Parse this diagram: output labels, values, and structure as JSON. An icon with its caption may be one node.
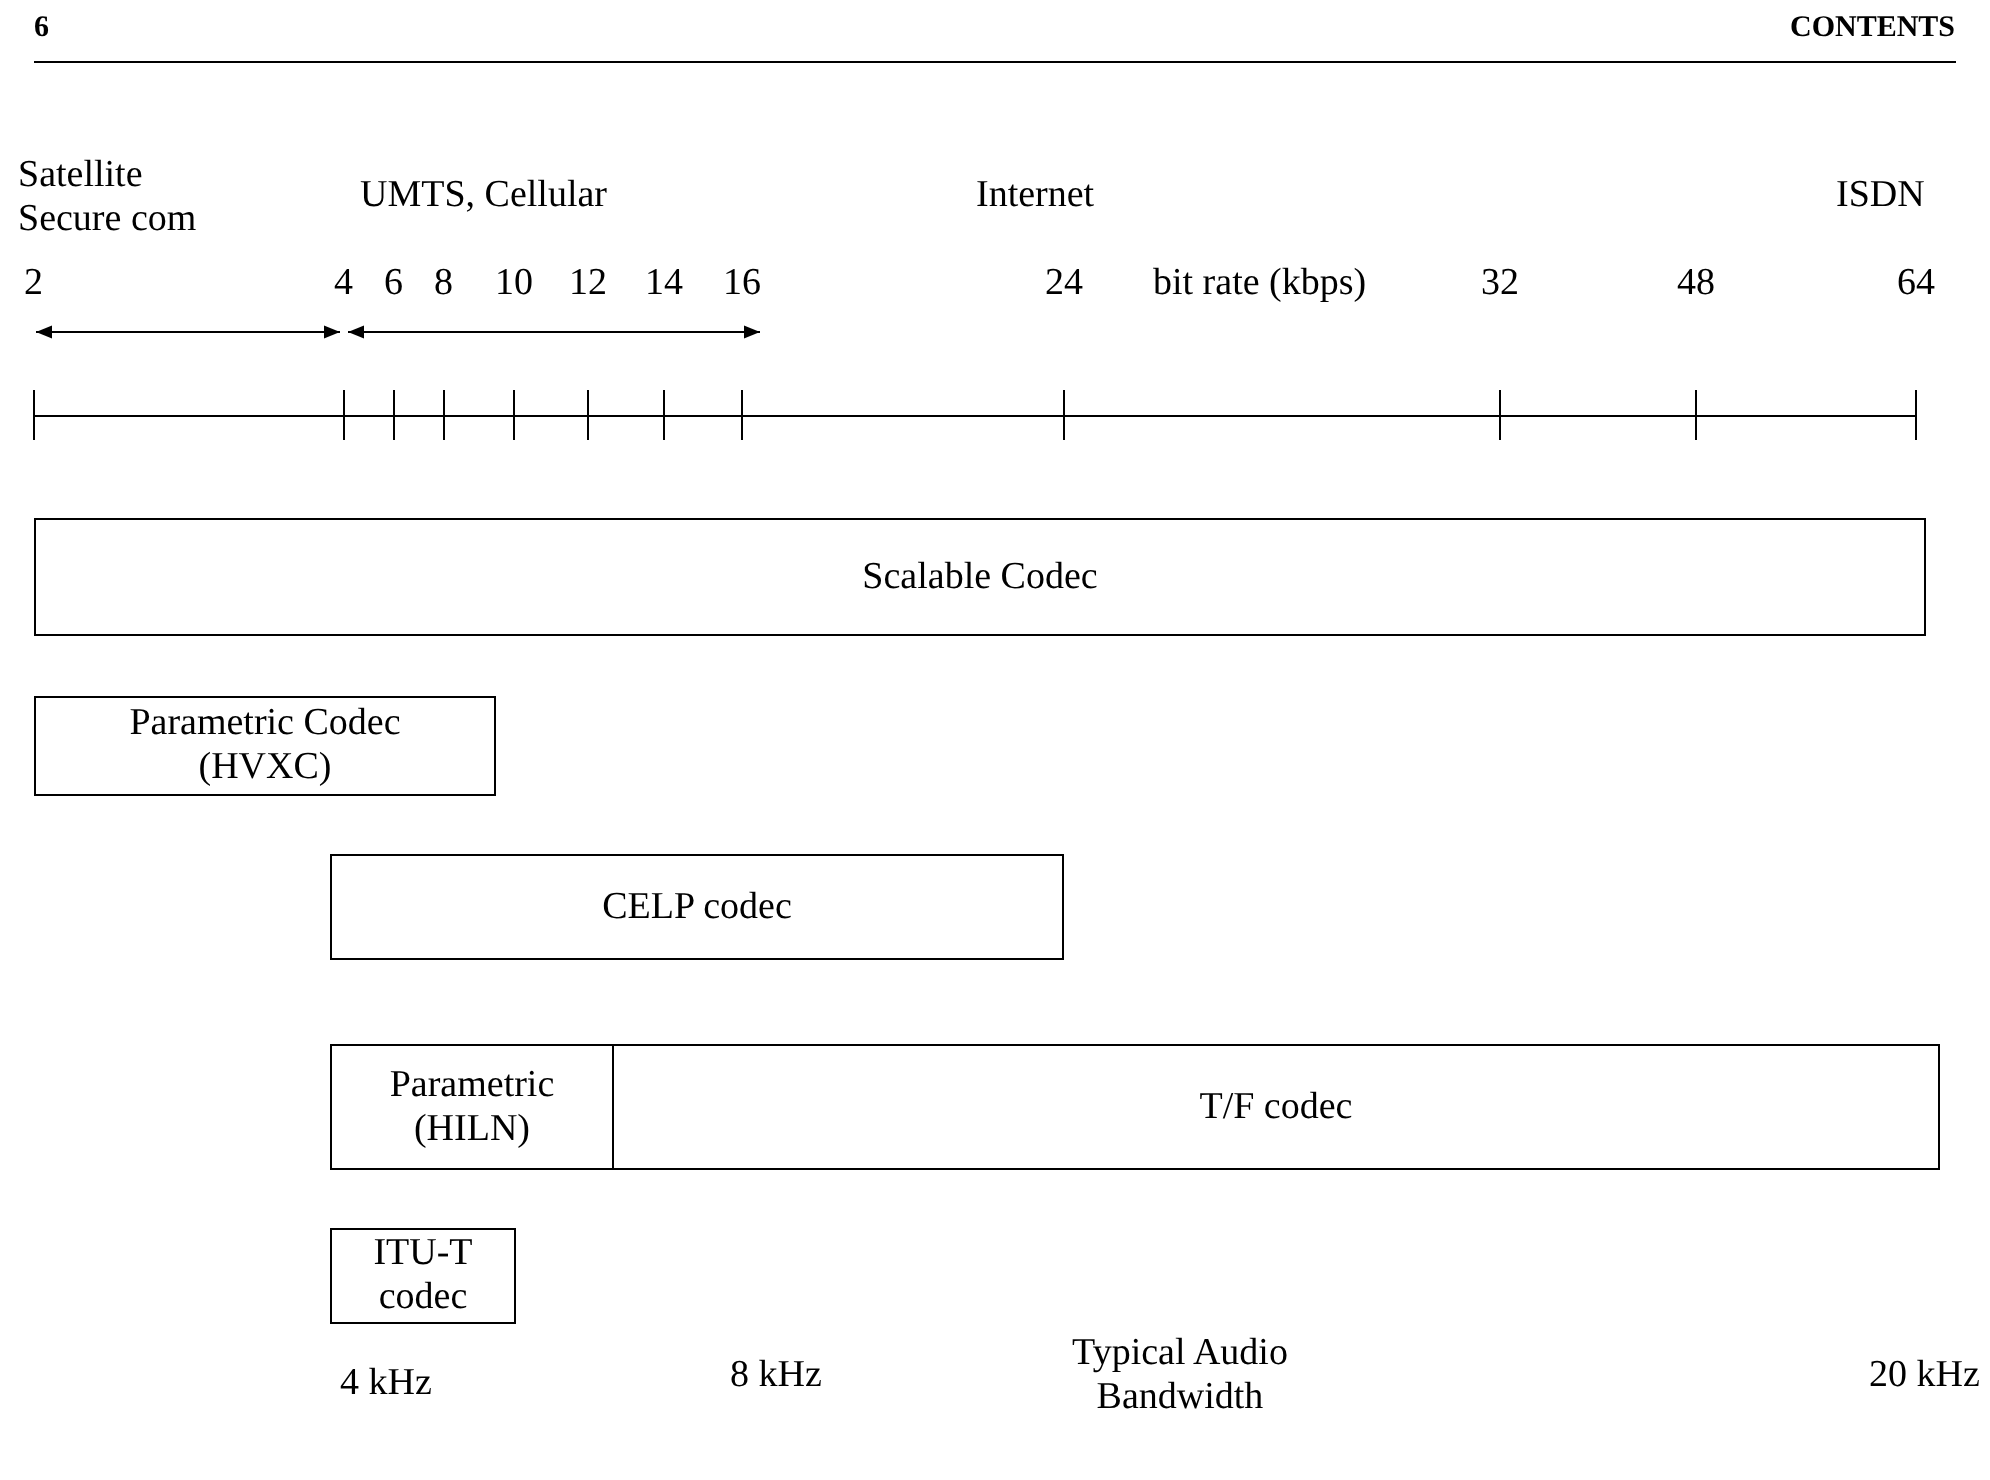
{
  "diagram": {
    "nodes": [
      {
        "text": [
          "Scalable Codec"
        ]
      },
      {
        "text": [
          "Parametric Codec (HVXC)"
        ]
      },
      {
        "text": [
          "CELP codec"
        ]
      },
      {
        "text": [
          "Parametric (HILN)"
        ]
      },
      {
        "text": [
          "T/F codec"
        ]
      },
      {
        "text": [
          "ITU-T codec"
        ]
      }
    ],
    "labels": [
      "6",
      "CONTENTS",
      "Satellite Secure com",
      "UMTS, Cellular",
      "Internet",
      "ISDN",
      "2",
      "4",
      "6",
      "8",
      "10",
      "12",
      "14",
      "16",
      "24",
      "bit rate (kbps)",
      "32",
      "48",
      "64",
      "4 kHz",
      "8 kHz",
      "Typical Audio Bandwidth",
      "20 kHz"
    ]
  }
}
